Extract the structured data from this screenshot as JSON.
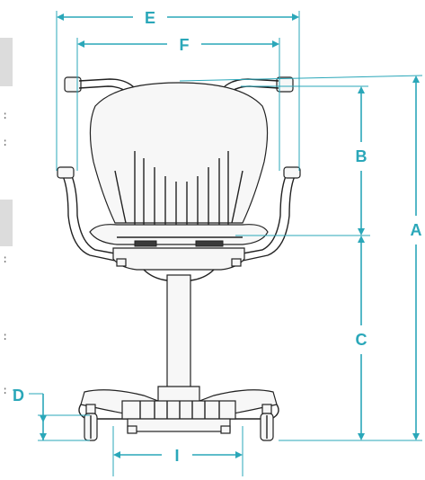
{
  "labels": {
    "A": "A",
    "B": "B",
    "C": "C",
    "D": "D",
    "E": "E",
    "F": "F",
    "I": "I"
  },
  "colors": {
    "dimension": "#2aa7b9",
    "outline": "#222222",
    "side_card": "#dcdcdc"
  },
  "side_dots": [
    ":",
    ":",
    ":",
    ":",
    ":"
  ]
}
